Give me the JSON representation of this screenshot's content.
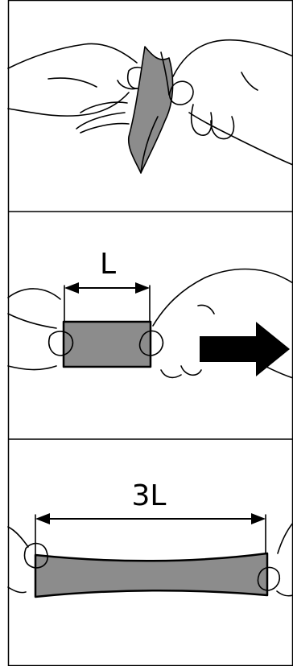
{
  "panels": [
    {
      "id": "panel-1",
      "label": ""
    },
    {
      "id": "panel-2",
      "label": "L"
    },
    {
      "id": "panel-3",
      "label": "3L"
    }
  ],
  "colors": {
    "line": "#000000",
    "material": "#8c8c8c",
    "arrow": "#000000",
    "background": "#ffffff"
  }
}
